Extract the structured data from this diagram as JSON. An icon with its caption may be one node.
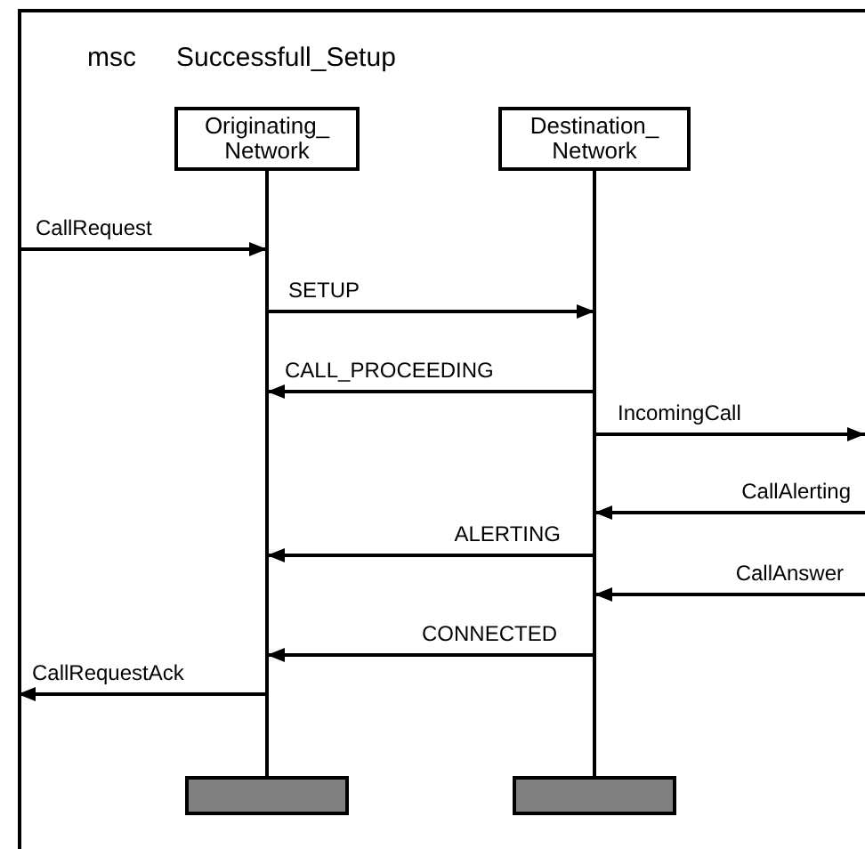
{
  "diagram": {
    "nodes": [
      {
        "text": [
          "msc",
          "Successfull_Setup"
        ]
      },
      {
        "text": [
          "Originating_ Network"
        ],
        "in": 0
      },
      {
        "text": [
          "Destination_ Network"
        ],
        "in": 0
      }
    ],
    "edges": [
      {
        "from": null,
        "to": 1,
        "arrow": "to",
        "label": "CallRequest"
      },
      {
        "from": 1,
        "to": 2,
        "arrow": "to",
        "label": "SETUP"
      },
      {
        "from": 2,
        "to": 1,
        "arrow": "to",
        "label": "CALL_PROCEEDING"
      },
      {
        "from": 2,
        "to": null,
        "arrow": "to",
        "label": "IncomingCall"
      },
      {
        "from": null,
        "to": 2,
        "arrow": "to",
        "label": "CallAlerting"
      },
      {
        "from": 2,
        "to": 1,
        "arrow": "to",
        "label": "ALERTING"
      },
      {
        "from": null,
        "to": 2,
        "arrow": "to",
        "label": "CallAnswer"
      },
      {
        "from": 2,
        "to": 1,
        "arrow": "to",
        "label": "CONNECTED"
      },
      {
        "from": 1,
        "to": null,
        "arrow": "to",
        "label": "CallRequestAck"
      }
    ]
  }
}
